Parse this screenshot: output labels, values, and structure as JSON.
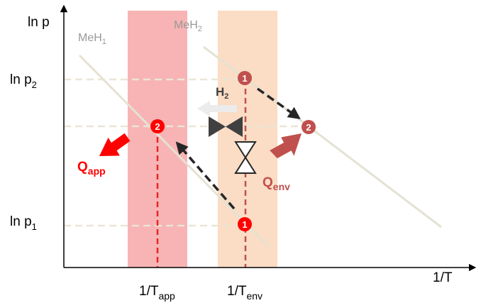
{
  "axes": {
    "y_label": "ln p",
    "x_label": "1/T",
    "y_ticks": [
      {
        "main": "ln p",
        "sub": "2"
      },
      {
        "main": "ln p",
        "sub": "1"
      }
    ],
    "x_ticks": [
      {
        "main": "1/T",
        "sub": "app"
      },
      {
        "main": "1/T",
        "sub": "env"
      }
    ]
  },
  "curves": [
    {
      "main": "MeH",
      "sub": "1",
      "color": "#999999"
    },
    {
      "main": "MeH",
      "sub": "2",
      "color": "#999999"
    }
  ],
  "bands": {
    "app_color": "#f8b4b4",
    "env_color": "#fbdcc4"
  },
  "heat": {
    "app": {
      "main": "Q",
      "sub": "app",
      "color": "#ff0000"
    },
    "env": {
      "main": "Q",
      "sub": "env",
      "color": "#c0504d"
    }
  },
  "h2": {
    "main": "H",
    "sub": "2"
  },
  "points": [
    {
      "label": "1",
      "color": "#c0504d"
    },
    {
      "label": "2",
      "color": "#c0504d"
    },
    {
      "label": "2",
      "color": "#ff0000"
    },
    {
      "label": "1",
      "color": "#ff0000"
    }
  ]
}
